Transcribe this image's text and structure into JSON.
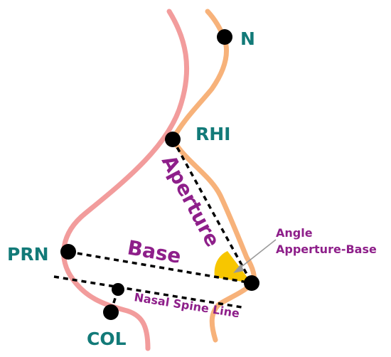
{
  "colors": {
    "skin_profile": "#F29C9C",
    "bone_profile": "#F7B27A",
    "landmark": "#000000",
    "label_teal": "#127A78",
    "label_purple": "#8E1F8A",
    "angle_fill": "#F7C600",
    "pointer_arrow": "#9A9A9A",
    "dashed_line": "#000000"
  },
  "landmarks": {
    "n": "N",
    "rhi": "RHI",
    "prn": "PRN",
    "col": "COL"
  },
  "lines": {
    "aperture": "Aperture",
    "base": "Base",
    "nasal_spine": "Nasal Spine Line"
  },
  "angle_annotation": {
    "line1": "Angle",
    "line2": "Apperture-Base"
  }
}
